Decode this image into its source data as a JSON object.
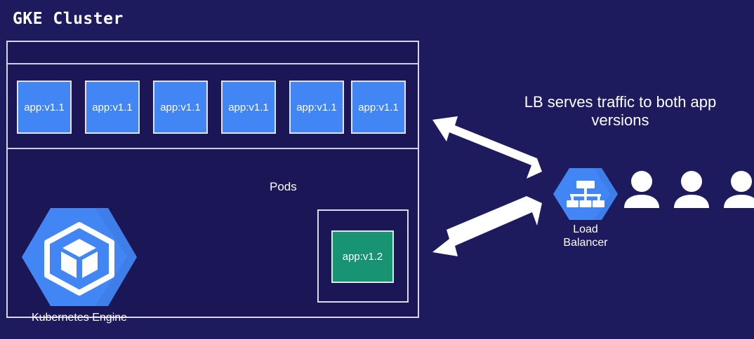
{
  "diagram": {
    "title": "GKE Cluster",
    "background_color": "#1d1a5e",
    "cluster": {
      "pods_caption": "Pods",
      "pods": [
        {
          "label": "app:v1.1",
          "color": "#4285f4"
        },
        {
          "label": "app:v1.1",
          "color": "#4285f4"
        },
        {
          "label": "app:v1.1",
          "color": "#4285f4"
        },
        {
          "label": "app:v1.1",
          "color": "#4285f4"
        },
        {
          "label": "app:v1.1",
          "color": "#4285f4"
        },
        {
          "label": "app:v1.1",
          "color": "#4285f4"
        }
      ],
      "canary_pod": {
        "label": "app:v1.2",
        "color": "#199473"
      },
      "engine": {
        "caption": "Kubernetes Engine",
        "icon": "kubernetes-engine-hexagon-icon",
        "hex_color": "#4285f4"
      }
    },
    "annotation": {
      "line1": "LB serves traffic to both app",
      "line2": "versions"
    },
    "load_balancer": {
      "caption_line1": "Load",
      "caption_line2": "Balancer",
      "icon": "load-balancer-hexagon-icon",
      "hex_color": "#4285f4"
    },
    "users": {
      "icon": "user-icon",
      "count": 3,
      "color": "#ffffff"
    },
    "arrows": {
      "icon": "arrow-left-icon",
      "count": 2,
      "color": "#ffffff"
    }
  }
}
